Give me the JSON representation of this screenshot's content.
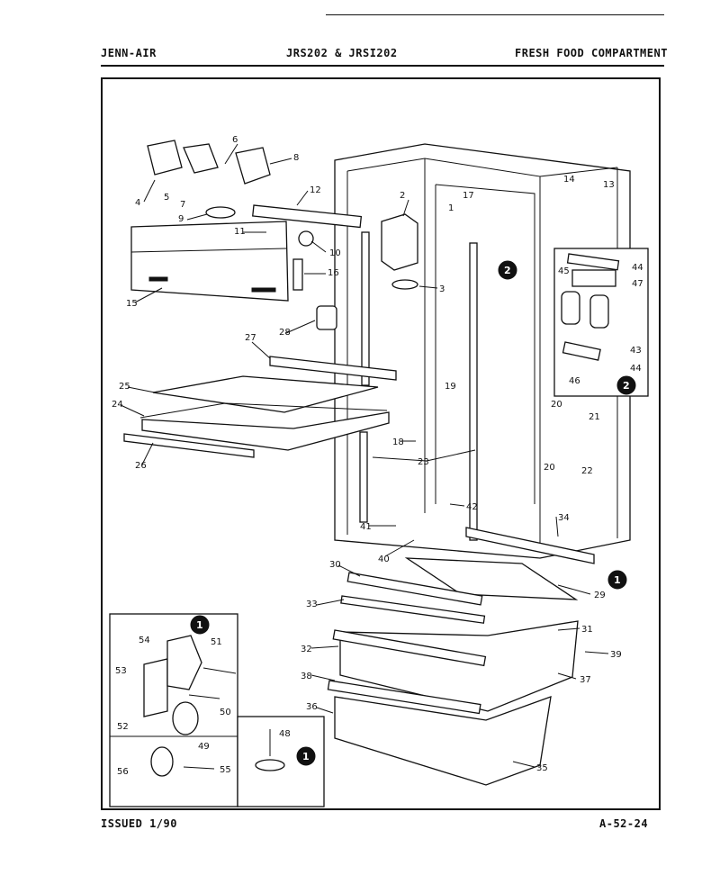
{
  "header": {
    "brand": "JENN-AIR",
    "model": "JRS202 & JRSI202",
    "section": "FRESH FOOD COMPARTMENT"
  },
  "footer": {
    "issued": "ISSUED 1/90",
    "page_code": "A-52-24"
  },
  "diagram": {
    "ref_markers": [
      "1",
      "2"
    ],
    "callouts": [
      "1",
      "2",
      "3",
      "4",
      "5",
      "6",
      "7",
      "8",
      "9",
      "10",
      "11",
      "12",
      "13",
      "14",
      "15",
      "16",
      "17",
      "18",
      "19",
      "20",
      "21",
      "22",
      "23",
      "24",
      "25",
      "26",
      "27",
      "28",
      "29",
      "30",
      "31",
      "32",
      "33",
      "34",
      "35",
      "36",
      "37",
      "38",
      "39",
      "40",
      "41",
      "42",
      "43",
      "44",
      "45",
      "46",
      "47",
      "48",
      "49",
      "50",
      "51",
      "52",
      "53",
      "54",
      "55",
      "56"
    ]
  }
}
